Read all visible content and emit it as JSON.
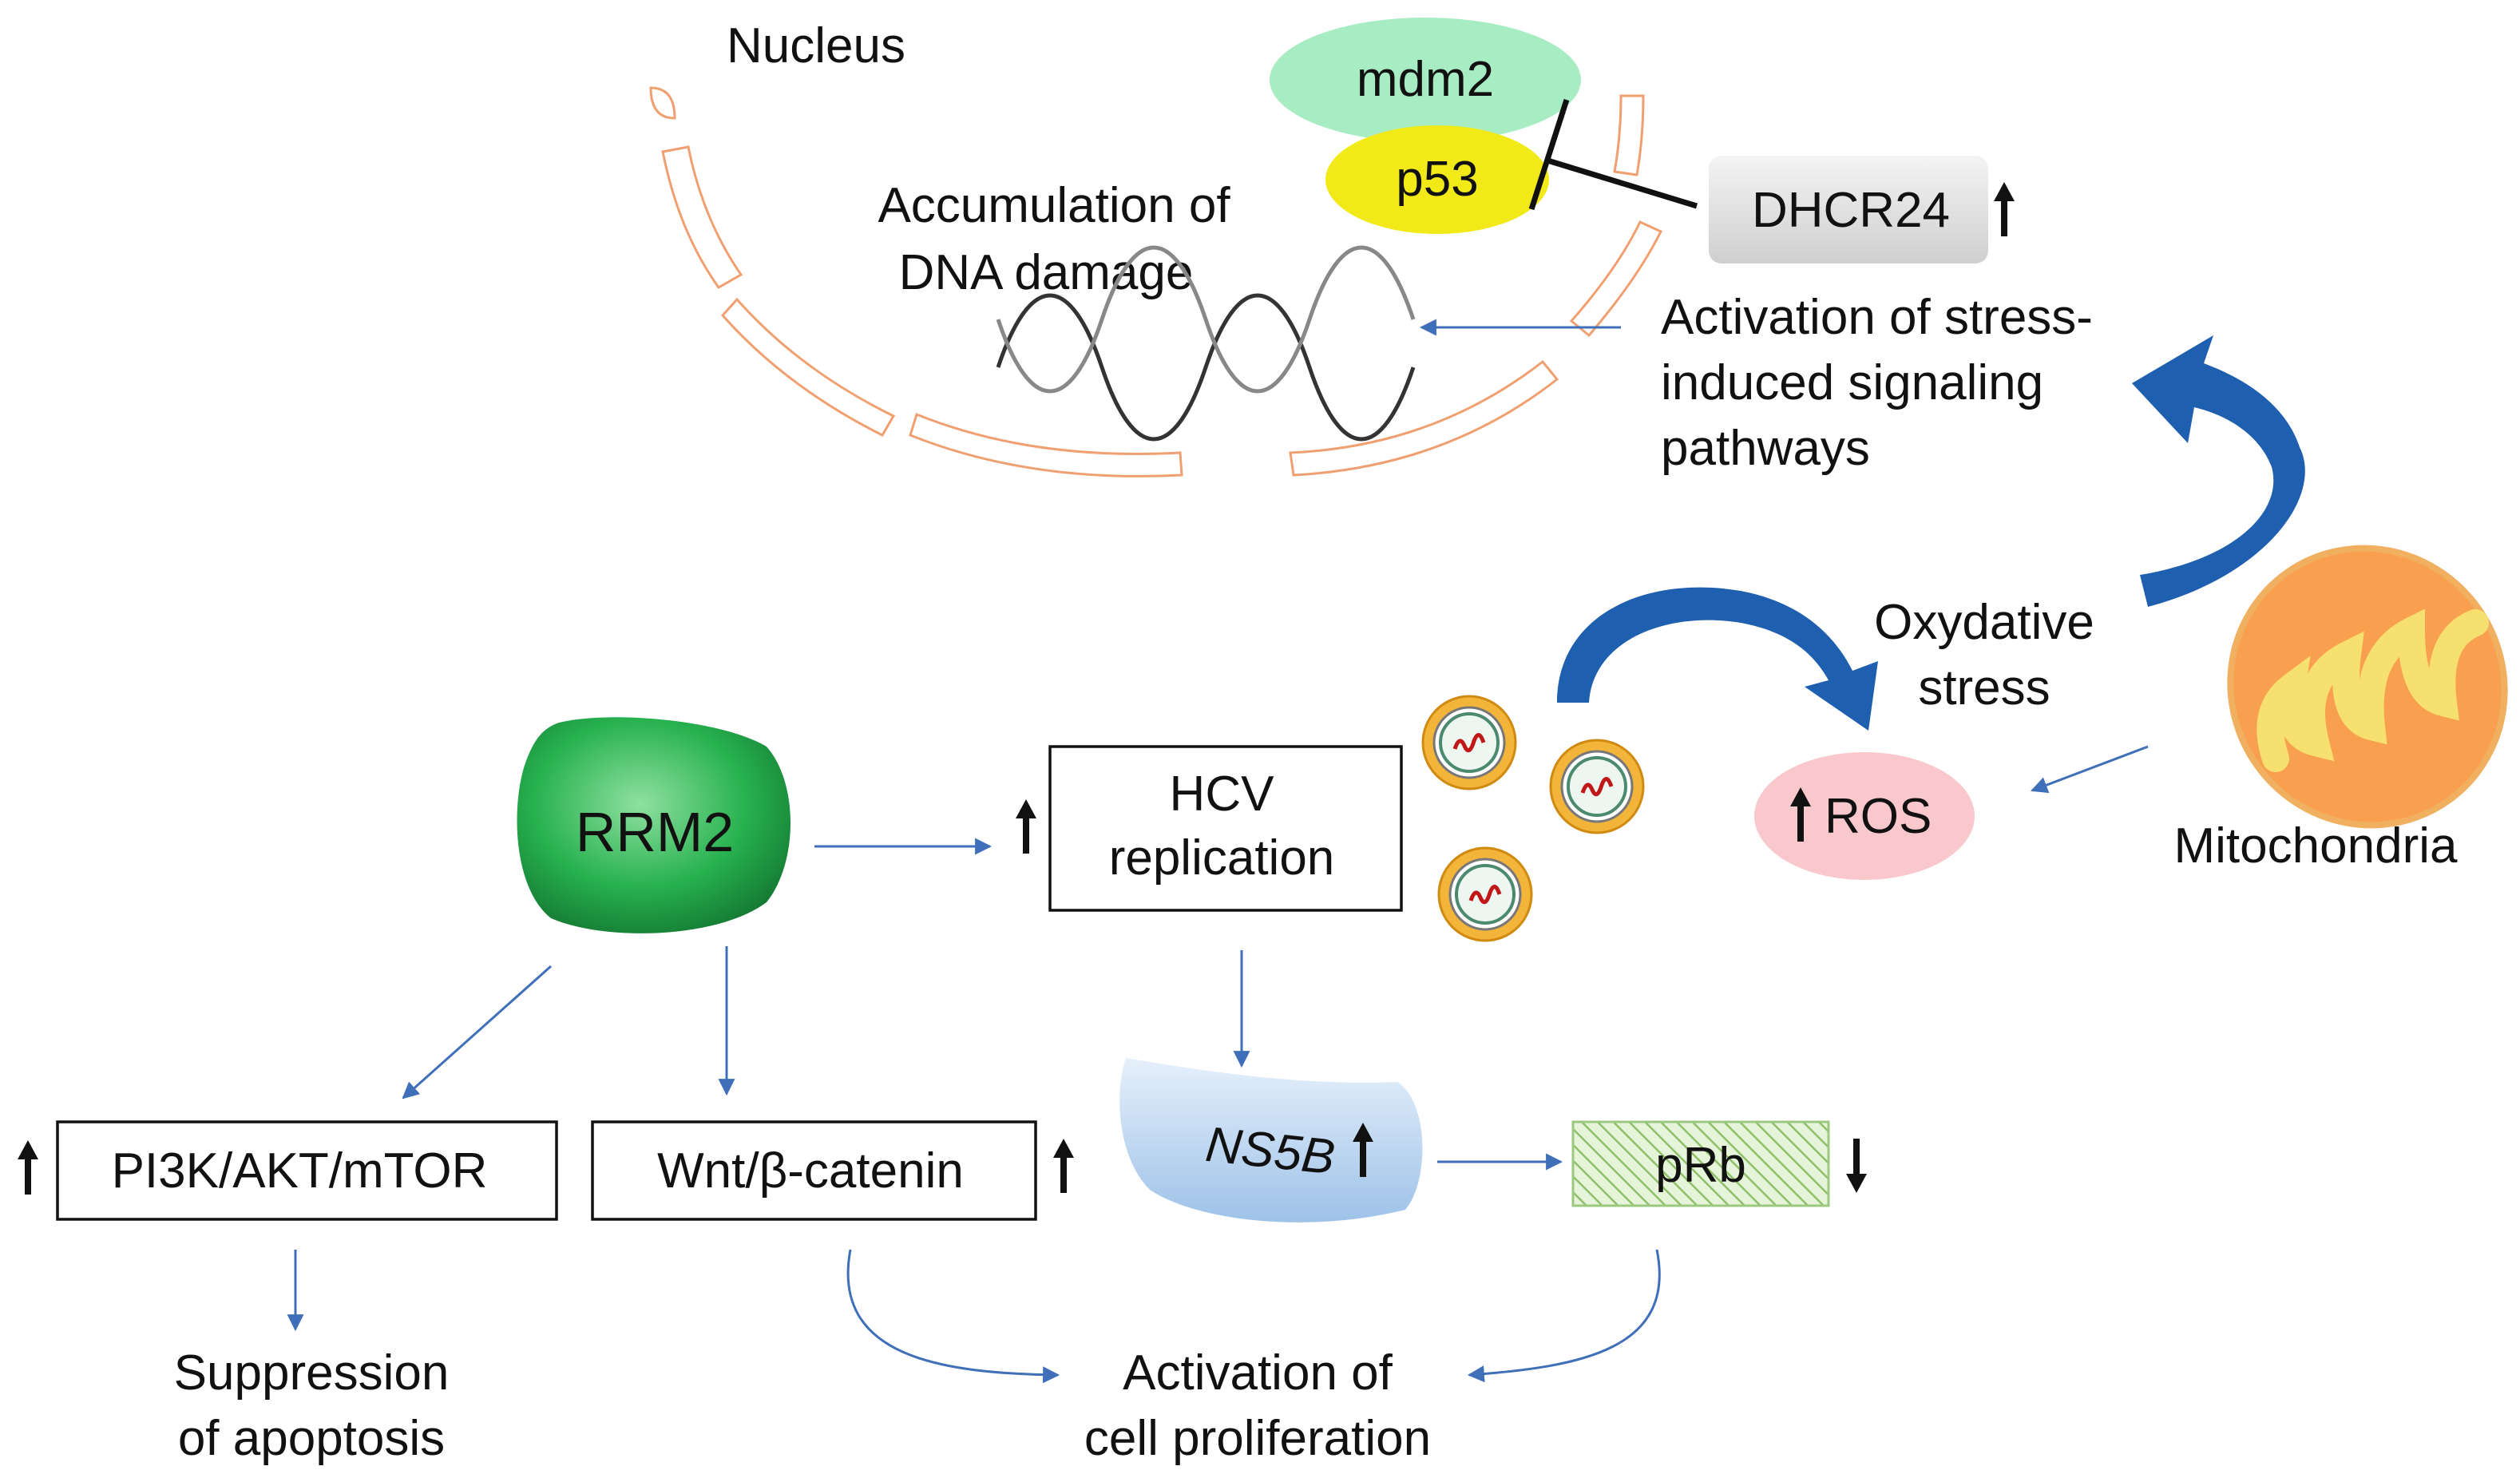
{
  "labels": {
    "nucleus": "Nucleus",
    "mdm2": "mdm2",
    "p53": "p53",
    "dhcr24": "DHCR24",
    "accumulation_line1": "Accumulation  of",
    "accumulation_line2": "DNA damage",
    "stress_line1": "Activation  of stress-",
    "stress_line2": "induced  signaling",
    "stress_line3": "pathways",
    "oxidative_line1": "Oxydative",
    "oxidative_line2": "stress",
    "ros": "ROS",
    "mitochondria": "Mitochondria",
    "rrm2": "RRM2",
    "hcv_line1": "HCV",
    "hcv_line2": "replication",
    "pi3k": "PI3K/AKT/mTOR",
    "wnt": "Wnt/β-catenin",
    "ns5b": "NS5B",
    "prb": "pRb",
    "suppression_line1": "Suppression",
    "suppression_line2": "of apoptosis",
    "proliferation_line1": "Activation  of",
    "proliferation_line2": "cell proliferation"
  },
  "indicators": {
    "dhcr24": "up",
    "hcv_replication": "up",
    "ros": "up",
    "pi3k": "up",
    "wnt": "up",
    "ns5b": "up",
    "prb": "down"
  },
  "colors": {
    "arrow": "#3f6fb8",
    "curved_arrow": "#1f5fb0",
    "nucleus_outline": "#f0a070",
    "mdm2": "#a8ecc4",
    "p53": "#f2ea18",
    "rrm2": "#1fa34a",
    "ros": "#f8c8cc",
    "mitochondria": "#f8a050",
    "ns5b": "#bcd6f0",
    "prb": "#cde8b8",
    "virus": "#f0b030"
  }
}
